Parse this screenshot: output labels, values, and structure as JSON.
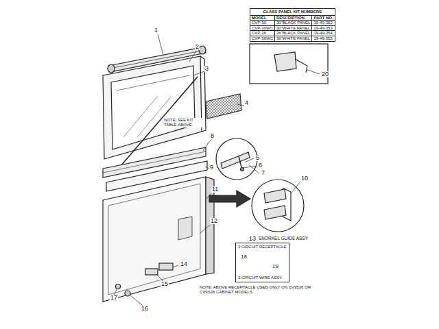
{
  "diagram": {
    "nodes": [
      {
        "text": [
          "GLASS PANEL KIT NUMBERS"
        ]
      },
      {
        "text": [
          "3 CIRCUIT RECEPTACLE",
          "3 CIRCUIT WIRE ASSY."
        ]
      }
    ],
    "labels": [
      "MODEL",
      "DESCRIPTION",
      "PART NO.",
      "CVP-30",
      "30\"BLACK PANEL",
      "19-49-352",
      "CVP-30WC",
      "30\"WHITE PANEL",
      "19-49-353",
      "CVP-36",
      "36\"BLACK PANEL",
      "19-49-354",
      "CVP-36WC",
      "36\"WHITE PANEL",
      "19-49-355",
      "1",
      "2",
      "3",
      "4",
      "NOTE: SEE KIT TABLE ABOVE.",
      "20",
      "5",
      "6",
      "7",
      "8",
      "9",
      "10",
      "11",
      "12",
      "13",
      "SNORKEL GUIDE ASSY.",
      "14",
      "15",
      "16",
      "17",
      "18",
      "19",
      "NOTE: ABOVE RECEPTACLE USED ONLY ON CV9536 OR CV9S36 CABINET MODELS."
    ]
  }
}
